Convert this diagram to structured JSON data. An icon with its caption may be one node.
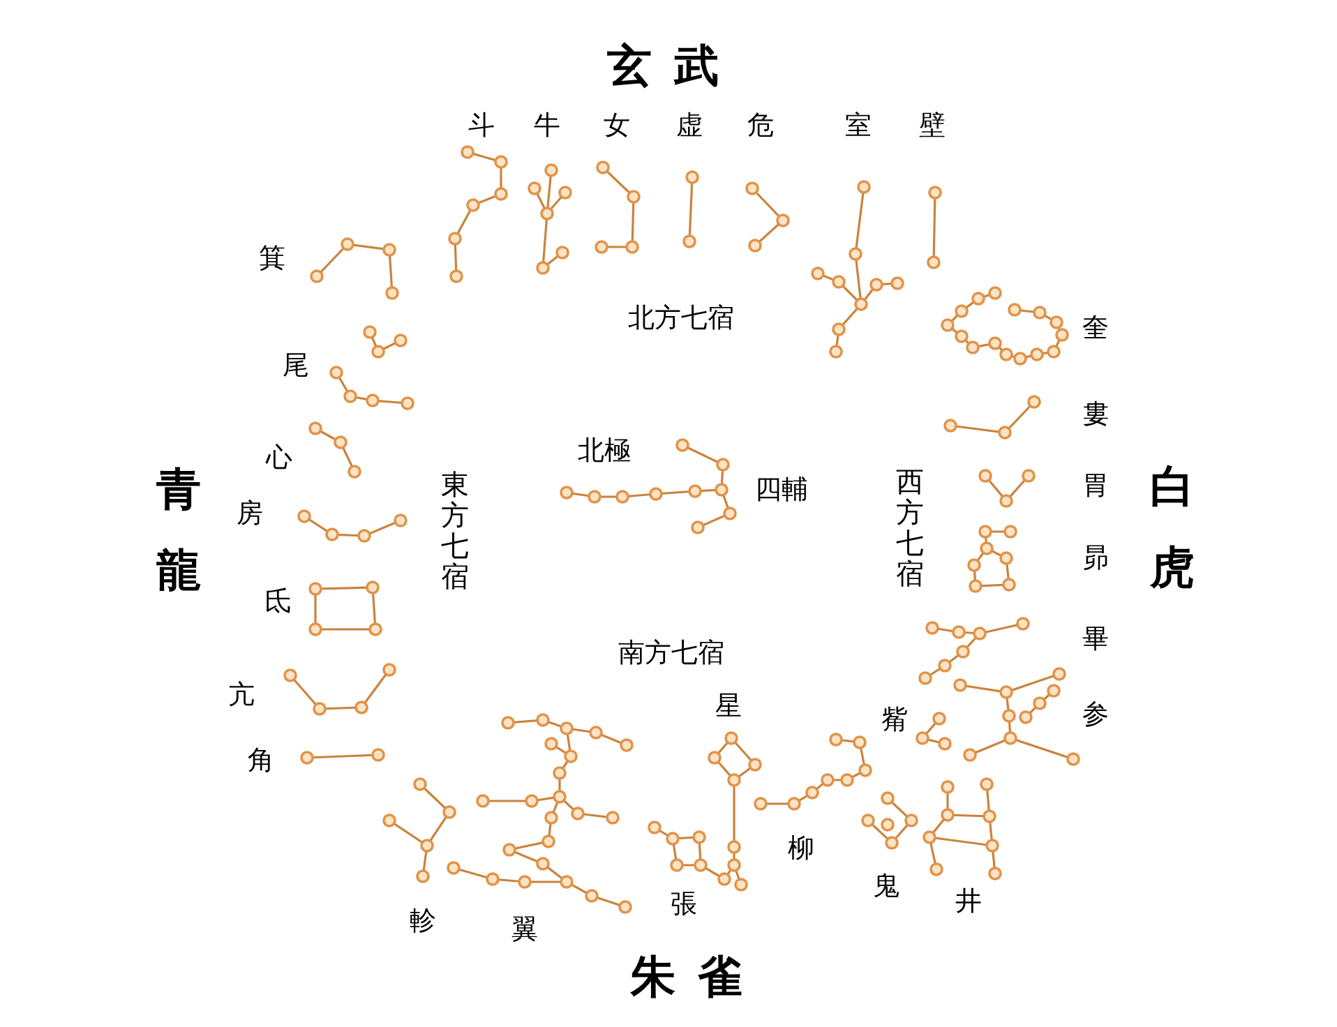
{
  "diagram": {
    "labels": [
      "玄武",
      "斗",
      "牛",
      "女",
      "虚",
      "危",
      "室",
      "壁",
      "箕",
      "北方七宿",
      "奎",
      "尾",
      "婁",
      "青龍",
      "房",
      "心",
      "東方七宿",
      "北極",
      "四輔",
      "西方七宿",
      "胃",
      "白虎",
      "昴",
      "氐",
      "畢",
      "南方七宿",
      "亢",
      "星",
      "觜",
      "参",
      "角",
      "柳",
      "鬼",
      "軫",
      "張",
      "翼",
      "井",
      "朱雀"
    ]
  }
}
